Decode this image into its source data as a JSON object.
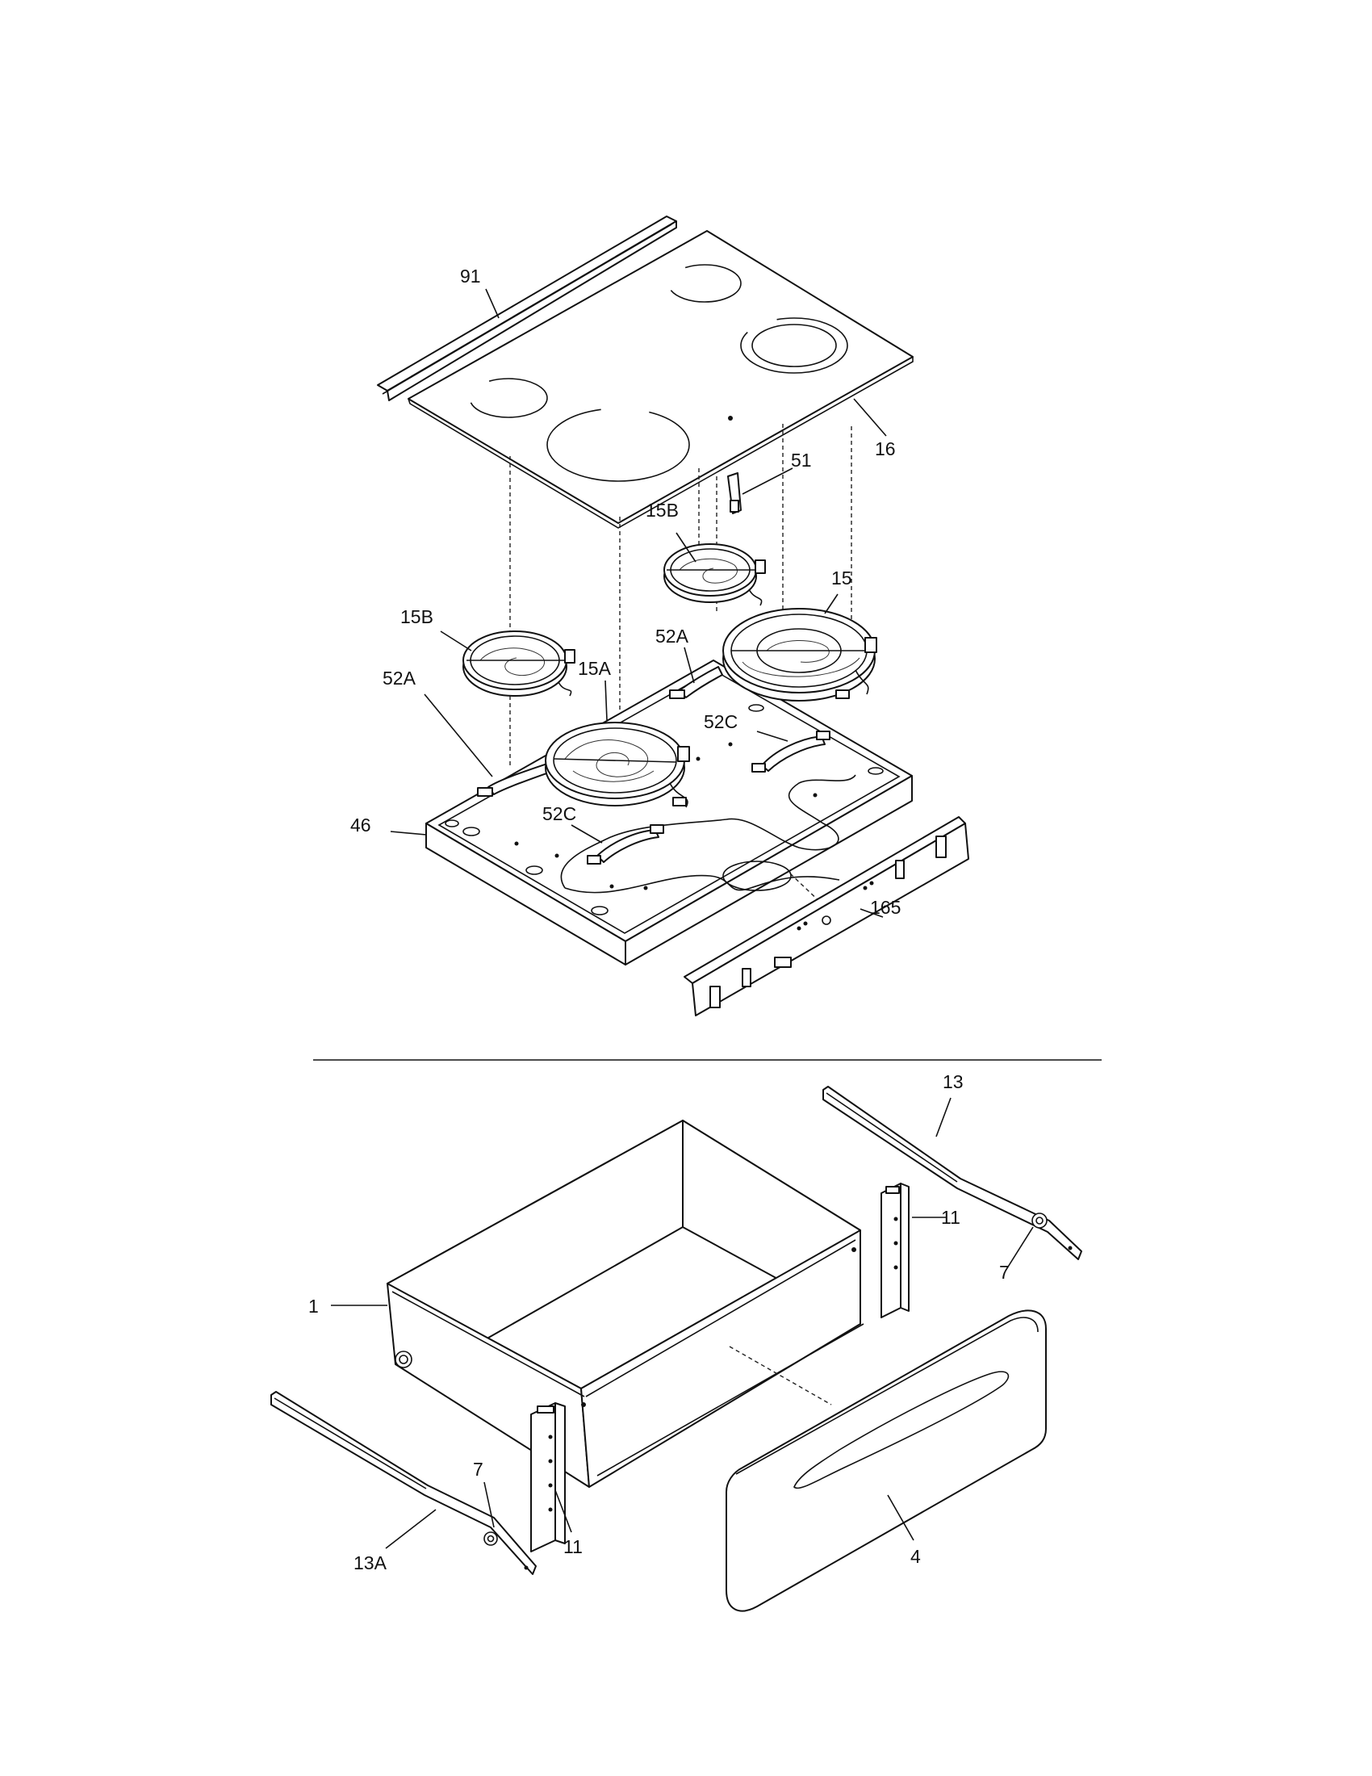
{
  "labels": {
    "l91": "91",
    "l16": "16",
    "l51": "51",
    "l15b_top": "15B",
    "l15": "15",
    "l15b_left": "15B",
    "l52a_right": "52A",
    "l15a": "15A",
    "l52a_left": "52A",
    "l52c_right": "52C",
    "l52c_left": "52C",
    "l46": "46",
    "l165": "165",
    "l13": "13",
    "l11_right": "11",
    "l7_right": "7",
    "l1": "1",
    "l7_left": "7",
    "l11_left": "11",
    "l13a": "13A",
    "l4": "4"
  }
}
